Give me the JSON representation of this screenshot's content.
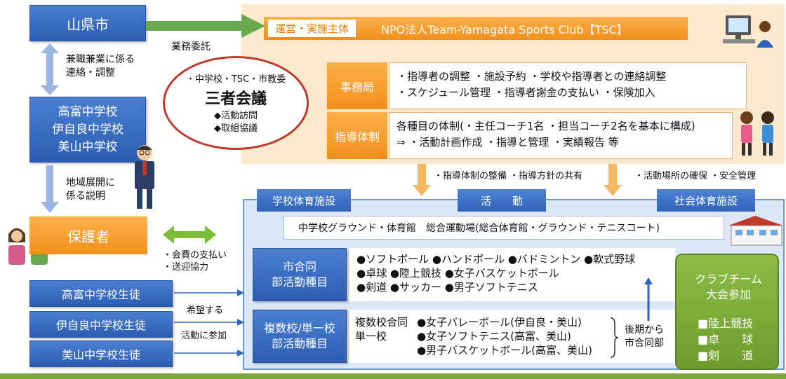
{
  "city": "山県市",
  "consign": "業務委託",
  "dual_job": "兼職兼業に係る\n連絡・調整",
  "schools": "高富中学校\n伊自良中学校\n美山中学校",
  "explain": "地域展開に\n係る説明",
  "guardians": "保護者",
  "fees": "・会費の支払い\n・送迎協力",
  "meeting": {
    "members": "・中学校・TSC・市教委",
    "title": "三者会議",
    "items": "◆活動訪問\n◆取組協議"
  },
  "tsc": {
    "role": "運営・実施主体",
    "name": "NPO法人Team-Yamagata Sports Club【TSC】",
    "office_label": "事務局",
    "office_text": "・指導者の調整 ・施設予約 ・学校や指導者との連絡調整\n・スケジュール管理 ・指導者謝金の支払い ・保険加入",
    "coach_label": "指導体制",
    "coach_text": "各種目の体制(・主任コーチ1名 ・担当コーチ2名を基本に構成)\n⇒ ・活動計画作成 ・指導と管理 ・実績報告 等"
  },
  "flows": {
    "left": "・指導体制の整備 ・指導方針の共有",
    "right": "・活動場所の確保 ・安全管理"
  },
  "activity": {
    "school_fac": "学校体育施設",
    "activity": "活　　動",
    "social_fac": "社会体育施設",
    "venues": "中学校グラウンド・体育館　総合運動場(総合体育館・グラウンド・テニスコート)",
    "joint_label": "市合同\n部活動種目",
    "joint_items": "●ソフトボール ●ハンドボール ●バドミントン ●軟式野球\n●卓球 ●陸上競技 ●女子バスケットボール\n●剣道 ●サッカー ●男子ソフトテニス",
    "multi_label": "複数校/単一校\n部活動種目",
    "multi_type": "複数校合同\n単一校",
    "multi_items": "●女子バレーボール(伊自良・美山)\n●女子ソフトテニス(高富、美山)\n●男子バスケットボール(高富、美山)",
    "later": "後期から\n市合同部"
  },
  "club": {
    "title": "クラブチーム\n大会参加",
    "items": "■陸上競技\n■卓　　球\n■剣　　道"
  },
  "students": {
    "s1": "高富中学校生徒",
    "s2": "伊自良中学校生徒",
    "s3": "美山中学校生徒",
    "wish": "希望する",
    "join": "活動に参加"
  },
  "colors": {
    "blue": "#2f62b8",
    "orange": "#f39a24",
    "green_arrow": "#6aa84f",
    "club_green": "#7aa83a",
    "meeting_red": "#c0392b"
  }
}
